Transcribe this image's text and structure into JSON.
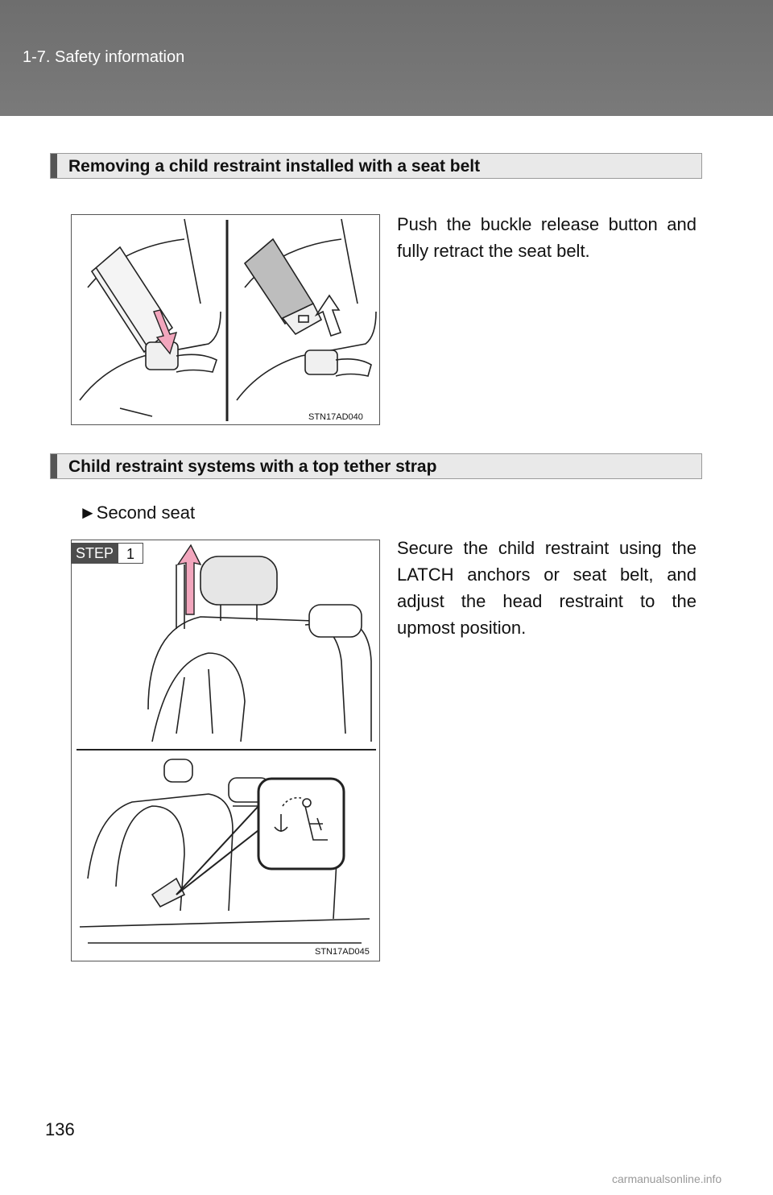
{
  "header": {
    "title": "1-7. Safety information"
  },
  "section1": {
    "title": "Removing a child restraint installed with a seat belt",
    "body": "Push the buckle release button and fully retract the seat belt.",
    "figure_code": "STN17AD040"
  },
  "section2": {
    "title": "Child restraint systems with a top tether strap",
    "subheading": "►Second seat",
    "step_label": "STEP",
    "step_number": "1",
    "body": "Secure the child restraint using the LATCH anchors or seat belt, and adjust the head restraint to the upmost position.",
    "figure_code": "STN17AD045"
  },
  "footer": {
    "page_number": "136",
    "watermark": "carmanualsonline.info"
  },
  "colors": {
    "header_bg": "#757575",
    "arrow_pink": "#f2a6bd",
    "strap_gray": "#bdbdbd"
  }
}
